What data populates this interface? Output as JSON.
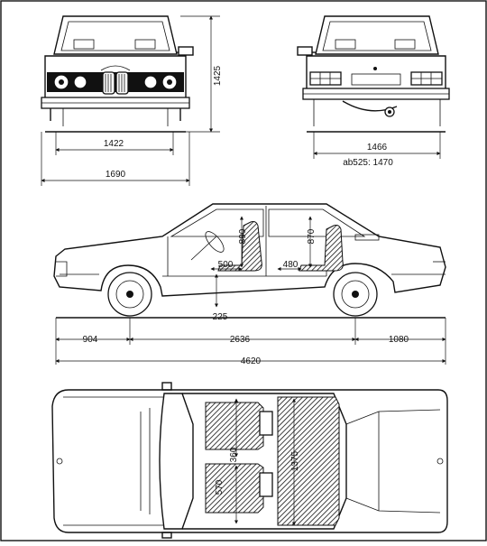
{
  "colors": {
    "ink": "#111111",
    "paper": "#ffffff"
  },
  "dimensions": {
    "front_height": "1425",
    "front_track": "1422",
    "overall_width": "1690",
    "rear_track": "1466",
    "rear_track_alt": "ab525: 1470",
    "headroom_front": "890",
    "headroom_rear": "870",
    "legroom_front": "500",
    "legroom_rear": "480",
    "seat_height": "225",
    "front_overhang": "904",
    "wheelbase": "2636",
    "rear_overhang": "1080",
    "overall_length": "4620",
    "rear_seat_width": "1375",
    "front_seat_width": "360",
    "front_seat_depth": "570"
  }
}
